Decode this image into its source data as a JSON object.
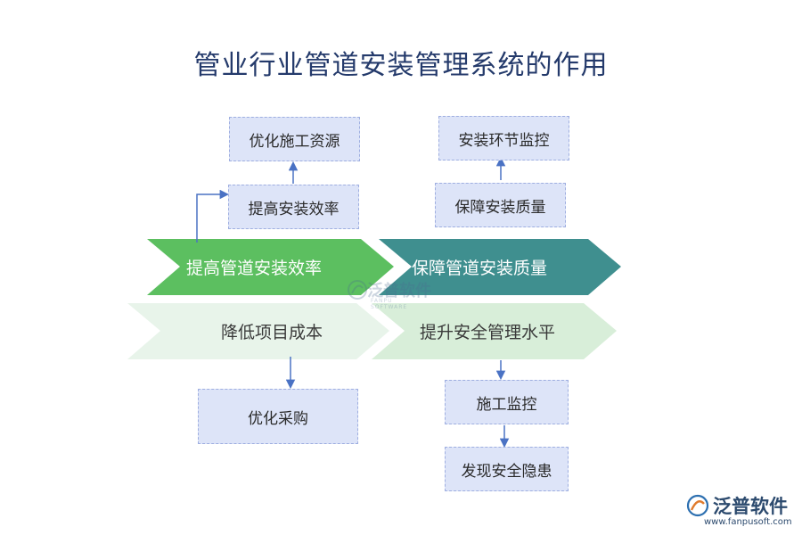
{
  "title": "管业行业管道安装管理系统的作用",
  "chevrons": {
    "top_left": "提高管道安装效率",
    "top_right": "保障管道安装质量",
    "bottom_left": "降低项目成本",
    "bottom_right": "提升安全管理水平"
  },
  "boxes": {
    "optimize_resources": "优化施工资源",
    "improve_efficiency": "提高安装效率",
    "install_monitor": "安装环节监控",
    "ensure_quality": "保障安装质量",
    "optimize_purchase": "优化采购",
    "construction_monitor": "施工监控",
    "find_hazards": "发现安全隐患"
  },
  "watermark": {
    "text": "泛普软件",
    "sub": "FANPU SOFTWARE"
  },
  "brand": {
    "name": "泛普软件",
    "url": "www.fanpusoft.com"
  },
  "colors": {
    "green": "#5cbf60",
    "teal": "#3f8f8f",
    "pale_left": "#e8f4ea",
    "pale_right": "#d8eed9",
    "box_fill": "#dde4f8",
    "arrow": "#4a72c4"
  }
}
